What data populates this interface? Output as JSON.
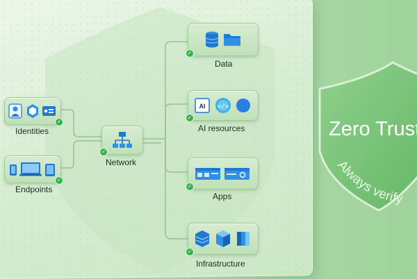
{
  "nodes": {
    "identities": {
      "label": "Identities"
    },
    "endpoints": {
      "label": "Endpoints"
    },
    "network": {
      "label": "Network"
    },
    "data": {
      "label": "Data"
    },
    "ai_resources": {
      "label": "AI resources",
      "ai_chip_text": "AI",
      "code_text": "</>"
    },
    "apps": {
      "label": "Apps"
    },
    "infrastructure": {
      "label": "Infrastructure"
    }
  },
  "badge": {
    "title": "Zero Trust",
    "subtitle": "Always verify"
  },
  "colors": {
    "accent_blue": "#1f78d1",
    "check_green": "#35b24a",
    "shield_green": "#7cc47a"
  }
}
